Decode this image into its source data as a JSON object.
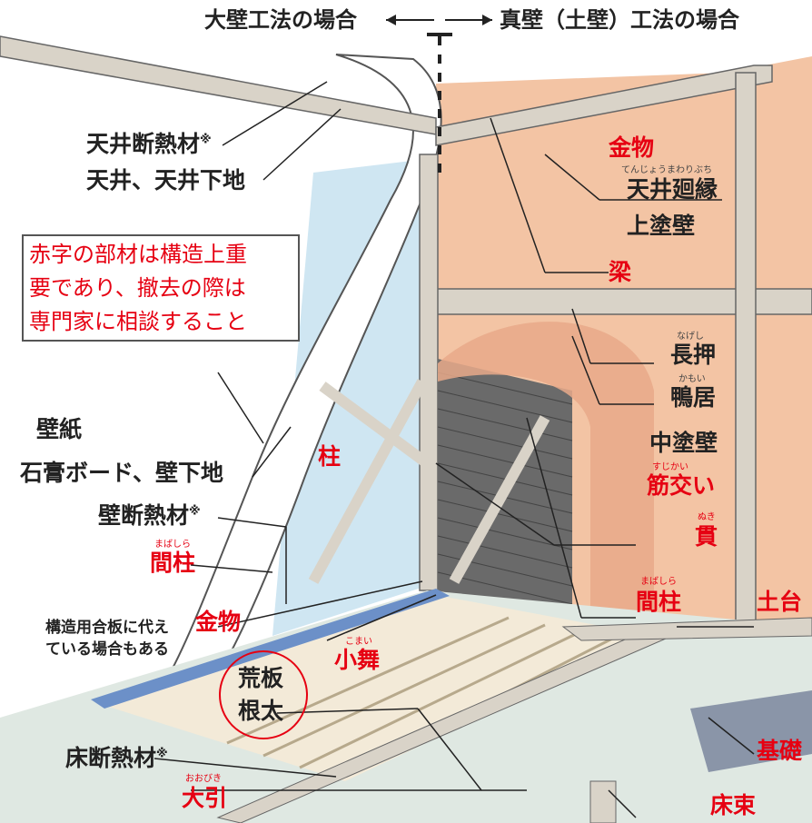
{
  "header": {
    "left": "大壁工法の場合",
    "right": "真壁（土壁）工法の場合"
  },
  "note_lines": [
    "赤字の部材は構造上重",
    "要であり、撤去の際は",
    "専門家に相談すること"
  ],
  "labels": {
    "tenjo_dannetsu": "天井断熱材",
    "tenjo": "天井、天井下地",
    "kabegami": "壁紙",
    "sekko": "石膏ボード、壁下地",
    "kabe_dannetsu": "壁断熱材",
    "mabashira_left": "間柱",
    "kanamono_left": "金物",
    "gouban_note_1": "構造用合板に代え",
    "gouban_note_2": "ている場合もある",
    "komai": "小舞",
    "araita": "荒板",
    "neda": "根太",
    "yuka_dannetsu": "床断熱材",
    "oobiki": "大引",
    "hashira": "柱",
    "kanamono_right": "金物",
    "tenjo_mawaribuchi": "天井廻縁",
    "uwanuri": "上塗壁",
    "hari": "梁",
    "nageshi": "長押",
    "kamoi": "鴨居",
    "nakanuri": "中塗壁",
    "sujikai": "筋交い",
    "nuki": "貫",
    "mabashira_right": "間柱",
    "dodai": "土台",
    "kiso": "基礎",
    "yukazuka": "床束",
    "kome": "※"
  },
  "ruby": {
    "mabashira_left": "まばしら",
    "komai": "こまい",
    "oobiki": "おおびき",
    "tenjo_mawaribuchi": "てんじょうまわりぶち",
    "nageshi": "なげし",
    "kamoi": "かもい",
    "sujikai": "すじかい",
    "nuki": "ぬき",
    "mabashira_right": "まばしら"
  },
  "colors": {
    "structural_red": "#e60012",
    "label_black": "#222222",
    "clay_wall": "#f3c4a4",
    "wall_blue": "#cfe6f2",
    "timber": "#d9d3c8",
    "bamboo_lath": "#6a6a6a"
  }
}
